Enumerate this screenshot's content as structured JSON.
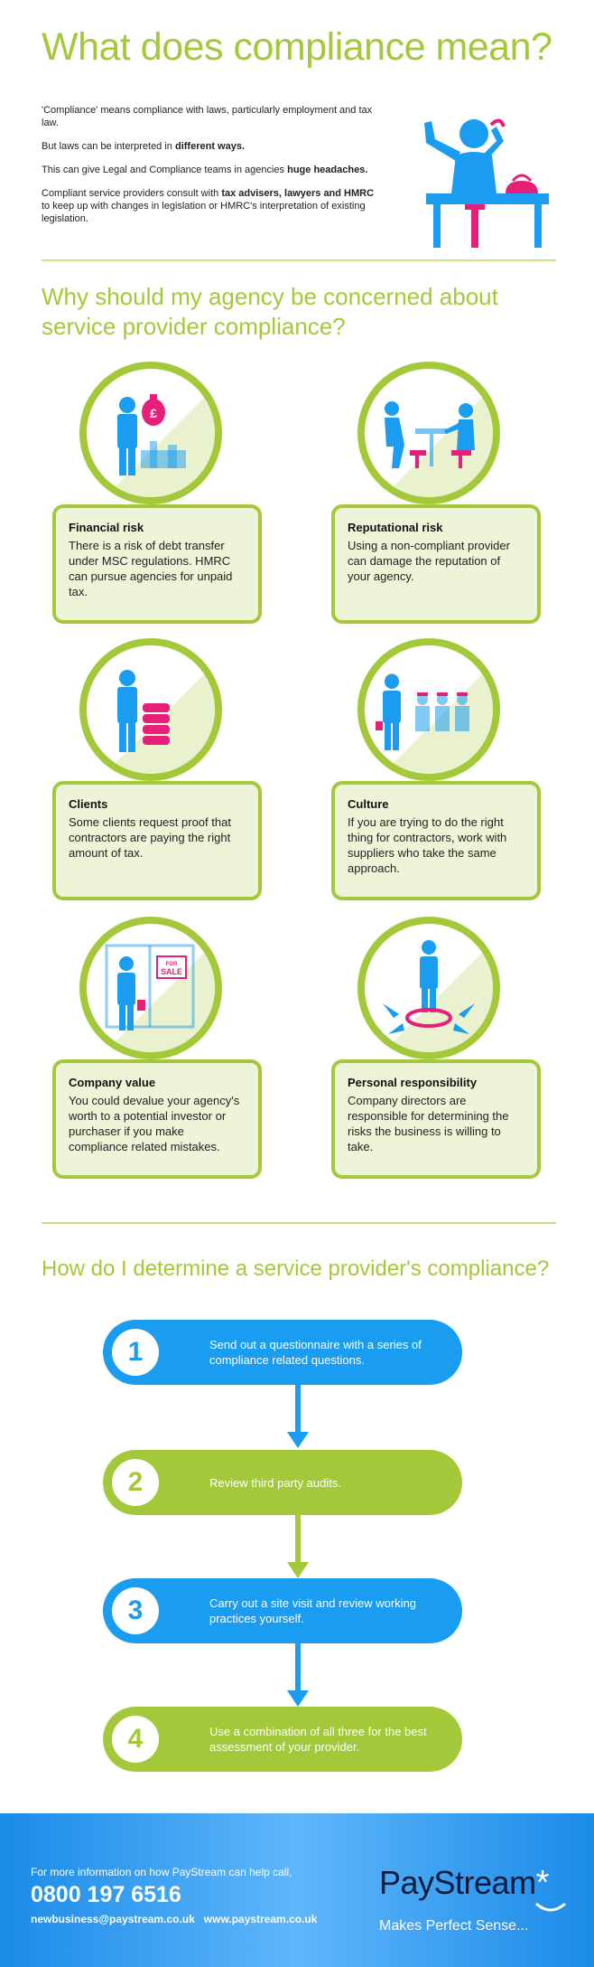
{
  "title": "What does compliance mean?",
  "intro": {
    "p1": "'Compliance' means compliance with laws, particularly employment and tax law.",
    "p2_pre": "But laws can be interpreted in ",
    "p2_bold": "different ways.",
    "p3_pre": "This can give Legal and Compliance teams in agencies ",
    "p3_bold": "huge headaches.",
    "p4_pre": "Compliant service providers consult with ",
    "p4_bold1": "tax advisers, lawyers and HMRC",
    "p4_post": " to keep up with changes in legislation or HMRC's interpretation of existing legislation."
  },
  "why_heading": "Why should my agency be concerned about service provider compliance?",
  "cards": [
    {
      "title": "Financial risk",
      "text": "There is a risk of debt transfer under MSC regulations. HMRC can pursue agencies for unpaid tax.",
      "icon": "money-bag-icon"
    },
    {
      "title": "Reputational risk",
      "text": "Using a non-compliant provider can damage the reputation of your agency.",
      "icon": "meeting-icon"
    },
    {
      "title": "Clients",
      "text": "Some clients request proof that contractors are paying the right amount of tax.",
      "icon": "coins-stack-icon"
    },
    {
      "title": "Culture",
      "text": "If you are trying to do the right thing for contractors, work with suppliers who take the same approach.",
      "icon": "team-icon"
    },
    {
      "title": "Company value",
      "text": "You could devalue your agency's worth to a potential investor or purchaser if you make compliance related mistakes.",
      "icon": "for-sale-icon"
    },
    {
      "title": "Personal responsibility",
      "text": "Company directors are responsible for determining the risks the business is willing to take.",
      "icon": "target-person-icon"
    }
  ],
  "sale_sign": {
    "line1": "FOR",
    "line2": "SALE"
  },
  "how_heading": "How do I determine a service provider's compliance?",
  "steps": [
    {
      "num": "1",
      "text": "Send out a questionnaire with a series of compliance related questions."
    },
    {
      "num": "2",
      "text": "Review third party audits."
    },
    {
      "num": "3",
      "text": "Carry out a site visit and review working practices yourself."
    },
    {
      "num": "4",
      "text": "Use a combination of all three for the best assessment of your provider."
    }
  ],
  "footer": {
    "info": "For more information on how PayStream can help call,",
    "phone": "0800 197 6516",
    "email": "newbusiness@paystream.co.uk",
    "website": "www.paystream.co.uk",
    "brand": "PayStream",
    "star": "*",
    "tagline": "Makes Perfect Sense..."
  },
  "colors": {
    "green": "#a3c93a",
    "blue": "#1a9cf0",
    "pink": "#e6207a",
    "card_bg": "#eef4d8"
  }
}
